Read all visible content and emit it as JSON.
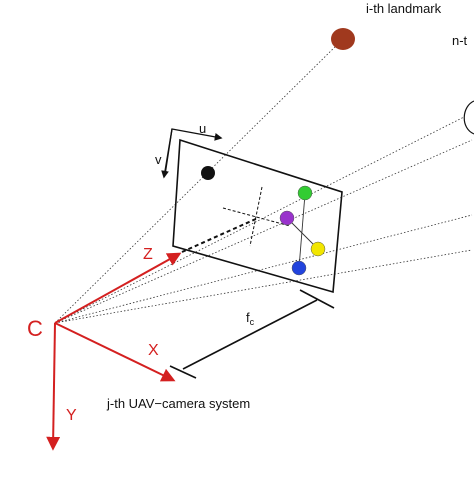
{
  "labels": {
    "landmark_i": "i-th landmark",
    "landmark_n": "n-t",
    "u_axis": "u",
    "v_axis": "v",
    "origin": "C",
    "z_axis": "Z",
    "x_axis": "X",
    "y_axis": "Y",
    "focal": "f",
    "focal_sub": "c",
    "system": "j-th UAV−camera system"
  },
  "colors": {
    "axis_red": "#d42020",
    "landmark": "#a0391e",
    "feature_black": "#111111",
    "feature_green": "#33cc33",
    "feature_purple": "#9933cc",
    "feature_yellow": "#f2e600",
    "feature_blue": "#2244dd"
  }
}
